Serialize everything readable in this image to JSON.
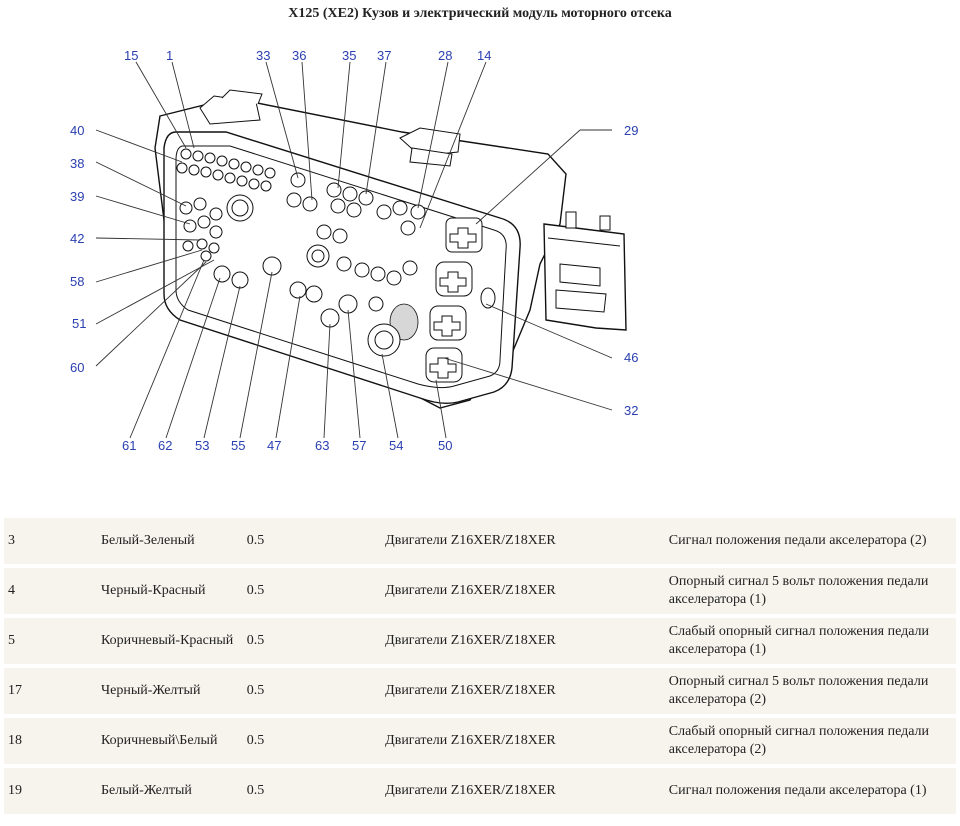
{
  "title": "X125 (XE2) Кузов и электрический модуль моторного отсека",
  "callouts": [
    "15",
    "1",
    "33",
    "36",
    "35",
    "37",
    "28",
    "14",
    "40",
    "38",
    "39",
    "42",
    "58",
    "51",
    "60",
    "61",
    "62",
    "53",
    "55",
    "47",
    "63",
    "57",
    "54",
    "50",
    "29",
    "46",
    "32"
  ],
  "table": {
    "rows": [
      {
        "pin": "3",
        "color": "Белый-Зеленый",
        "size": "0.5",
        "application": "Двигатели Z16XER/Z18XER",
        "description": "Сигнал положения педали акселератора (2)"
      },
      {
        "pin": "4",
        "color": "Черный-Красный",
        "size": "0.5",
        "application": "Двигатели Z16XER/Z18XER",
        "description": "Опорный сигнал 5 вольт положения педали акселератора (1)"
      },
      {
        "pin": "5",
        "color": "Коричневый-Красный",
        "size": "0.5",
        "application": "Двигатели Z16XER/Z18XER",
        "description": "Слабый опорный сигнал положения педали акселератора (1)"
      },
      {
        "pin": "17",
        "color": "Черный-Желтый",
        "size": "0.5",
        "application": "Двигатели Z16XER/Z18XER",
        "description": "Опорный сигнал 5 вольт положения педали акселератора (2)"
      },
      {
        "pin": "18",
        "color": "Коричневый\\Белый",
        "size": "0.5",
        "application": "Двигатели Z16XER/Z18XER",
        "description": "Слабый опорный сигнал положения педали акселератора (2)"
      },
      {
        "pin": "19",
        "color": "Белый-Желтый",
        "size": "0.5",
        "application": "Двигатели Z16XER/Z18XER",
        "description": "Сигнал положения педали акселератора (1)"
      }
    ]
  },
  "colors": {
    "callout_text": "#2a3fb0",
    "row_background": "#f7f4ee"
  }
}
